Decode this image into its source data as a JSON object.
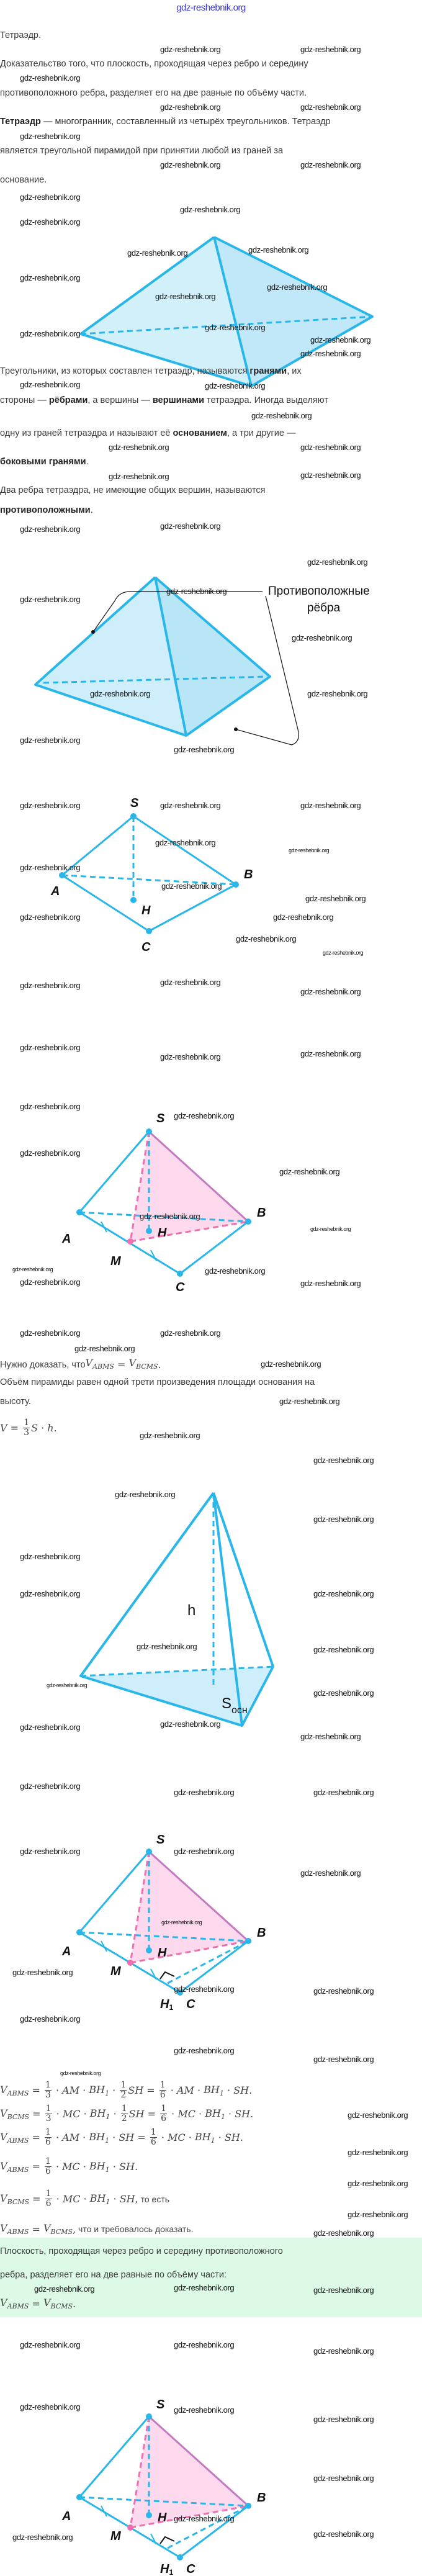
{
  "header": {
    "site": "gdz-reshebnik.org"
  },
  "watermark": "gdz-reshebnik.org",
  "intro": {
    "title": "Тетраэдр.",
    "proof_line1": "Доказательство того, что плоскость, проходящая через ребро и середину",
    "proof_line2": "противоположного ребра, разделяет его на две равные по объёму части.",
    "def_term": "Тетраэдр",
    "def_line1_rest": " — многогранник, составленный из четырёх треугольников. Тетраэдр",
    "def_line2": "является треугольной пирамидой при принятии любой из граней за",
    "def_line3": "основание."
  },
  "terms": {
    "l1_a": "Треугольники, из которых составлен тетраэдр, называются ",
    "l1_b": "гранями",
    "l1_c": ", их",
    "l2_a": "стороны — ",
    "l2_b": "рёбрами",
    "l2_c": ", а вершины — ",
    "l2_d": "вершинами",
    "l2_e": " тетраэдра. Иногда выделяют",
    "l3_a": "одну из граней тетраэдра и называют её ",
    "l3_b": "основанием",
    "l3_c": ", а три другие —",
    "l4_a": "боковыми гранями",
    "l4_b": ".",
    "l5": "Два ребра тетраэдра, не имеющие общих вершин, называются",
    "l6_a": "противоположными",
    "l6_b": "."
  },
  "figure_opposite": {
    "label_line1": "Противоположные",
    "label_line2": "рёбра"
  },
  "figure_labels": {
    "S": "S",
    "A": "A",
    "B": "B",
    "C": "C",
    "H": "H",
    "M": "M",
    "H1": "H",
    "H1_sub": "1",
    "h": "h",
    "S_osn": "S",
    "S_osn_sub": "осн"
  },
  "task": {
    "need_prefix": "Нужно доказать, что ",
    "volume_line1": "Объём пирамиды равен одной трети произведения площади основания на",
    "volume_line2": "высоту."
  },
  "formulas": {
    "need": [
      {
        "v": "V",
        "sub": "ABMS"
      },
      {
        "s": " = "
      },
      {
        "v": "V",
        "sub": "BCMS"
      },
      {
        "s": "."
      }
    ],
    "volume": [
      {
        "v": "V"
      },
      {
        "s": " = "
      },
      {
        "frac": [
          "1",
          "3"
        ]
      },
      {
        "v": "S"
      },
      {
        "s": " · "
      },
      {
        "v": "h"
      },
      {
        "s": "."
      }
    ],
    "f1": [
      {
        "v": "V",
        "sub": "ABMS"
      },
      {
        "s": " = "
      },
      {
        "frac": [
          "1",
          "3"
        ]
      },
      {
        "s": " · "
      },
      {
        "v": "AM"
      },
      {
        "s": " · "
      },
      {
        "v": "BH",
        "sub": "1"
      },
      {
        "s": " · "
      },
      {
        "frac": [
          "1",
          "2"
        ]
      },
      {
        "v": "SH"
      },
      {
        "s": " = "
      },
      {
        "frac": [
          "1",
          "6"
        ]
      },
      {
        "s": " · "
      },
      {
        "v": "AM"
      },
      {
        "s": " · "
      },
      {
        "v": "BH",
        "sub": "1"
      },
      {
        "s": " · "
      },
      {
        "v": "SH"
      },
      {
        "s": "."
      }
    ],
    "f2": [
      {
        "v": "V",
        "sub": "BCMS"
      },
      {
        "s": " = "
      },
      {
        "frac": [
          "1",
          "3"
        ]
      },
      {
        "s": " · "
      },
      {
        "v": "MC"
      },
      {
        "s": " · "
      },
      {
        "v": "BH",
        "sub": "1"
      },
      {
        "s": " · "
      },
      {
        "frac": [
          "1",
          "2"
        ]
      },
      {
        "v": "SH"
      },
      {
        "s": " = "
      },
      {
        "frac": [
          "1",
          "6"
        ]
      },
      {
        "s": " · "
      },
      {
        "v": "MC"
      },
      {
        "s": " · "
      },
      {
        "v": "BH",
        "sub": "1"
      },
      {
        "s": " · "
      },
      {
        "v": "SH"
      },
      {
        "s": "."
      }
    ],
    "f3": [
      {
        "v": "V",
        "sub": "ABMS"
      },
      {
        "s": " = "
      },
      {
        "frac": [
          "1",
          "6"
        ]
      },
      {
        "s": " · "
      },
      {
        "v": "AM"
      },
      {
        "s": " · "
      },
      {
        "v": "BH",
        "sub": "1"
      },
      {
        "s": " · "
      },
      {
        "v": "SH"
      },
      {
        "s": " = "
      },
      {
        "frac": [
          "1",
          "6"
        ]
      },
      {
        "s": " · "
      },
      {
        "v": "MC"
      },
      {
        "s": " · "
      },
      {
        "v": "BH",
        "sub": "1"
      },
      {
        "s": " · "
      },
      {
        "v": "SH"
      },
      {
        "s": "."
      }
    ],
    "f4": [
      {
        "v": "V",
        "sub": "ABMS"
      },
      {
        "s": " = "
      },
      {
        "frac": [
          "1",
          "6"
        ]
      },
      {
        "s": " · "
      },
      {
        "v": "MC"
      },
      {
        "s": " · "
      },
      {
        "v": "BH",
        "sub": "1"
      },
      {
        "s": " · "
      },
      {
        "v": "SH"
      },
      {
        "s": "."
      }
    ],
    "f5": [
      {
        "v": "V",
        "sub": "BCMS"
      },
      {
        "s": " = "
      },
      {
        "frac": [
          "1",
          "6"
        ]
      },
      {
        "s": " · "
      },
      {
        "v": "MC"
      },
      {
        "s": " · "
      },
      {
        "v": "BH",
        "sub": "1"
      },
      {
        "s": " · "
      },
      {
        "v": "SH"
      },
      {
        "s": ","
      },
      {
        "t": " то есть"
      }
    ],
    "f6": [
      {
        "v": "V",
        "sub": "ABMS"
      },
      {
        "s": " = "
      },
      {
        "v": "V",
        "sub": "BCMS"
      },
      {
        "s": ","
      },
      {
        "t": " что и требовалось доказать."
      }
    ],
    "answer": [
      {
        "v": "V",
        "sub": "ABMS"
      },
      {
        "s": " = "
      },
      {
        "v": "V",
        "sub": "BCMS"
      },
      {
        "s": "."
      }
    ]
  },
  "answer": {
    "line1": "Плоскость, проходящая через ребро и середину противоположного",
    "line2": "ребра, разделяет его на две равные по объёму части:"
  },
  "colors": {
    "edge": "#29b6e8",
    "face": "#cdeefa",
    "pink": "#f06fb0",
    "pink_face": "#fcd9ec",
    "purple_edge": "#c47ac0",
    "answer_bg": "#dcfae6",
    "header": "#3b3bd6"
  }
}
